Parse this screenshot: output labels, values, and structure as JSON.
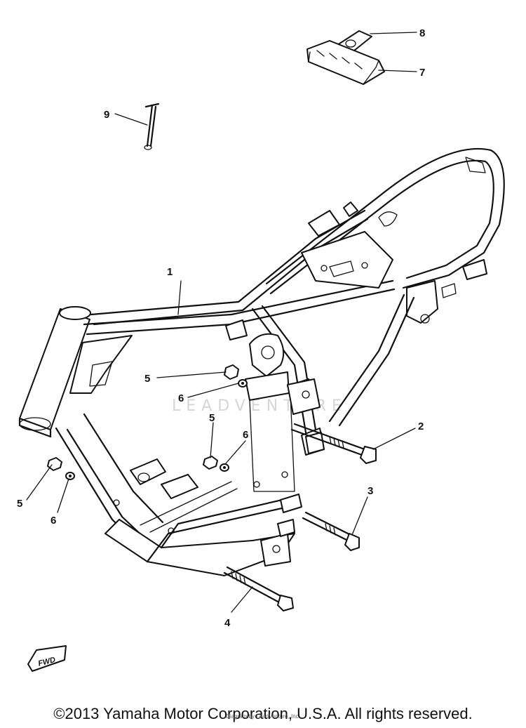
{
  "diagram": {
    "callouts": [
      "1",
      "2",
      "3",
      "4",
      "5",
      "5",
      "5",
      "6",
      "6",
      "6",
      "7",
      "8",
      "9"
    ],
    "fwd_label": "FWD",
    "watermark": "LEADVENTURE"
  },
  "footer": {
    "copyright": "©2013 Yamaha Motor Corporation, U.S.A. All rights reserved.",
    "small_print": "Diagram by LeadVenture, Inc."
  }
}
